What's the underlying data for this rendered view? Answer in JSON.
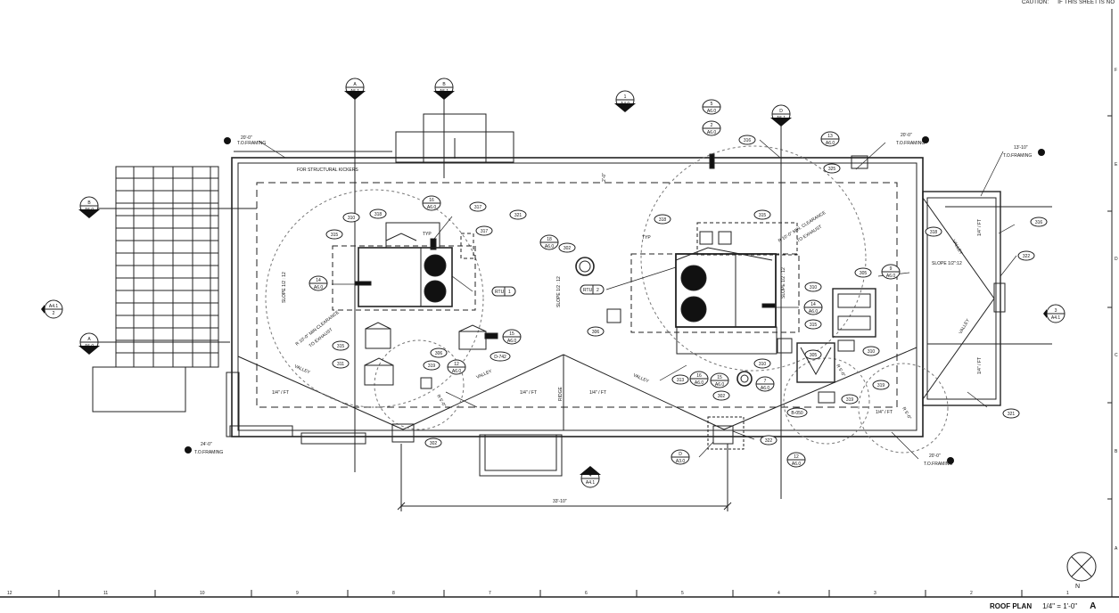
{
  "header": {
    "caution": "CAUTION:",
    "caution_text": "IF THIS SHEET IS NO"
  },
  "title_block": {
    "title": "ROOF PLAN",
    "scale": "1/4\" = 1'-0\"",
    "sheet": "A"
  },
  "grid_columns": [
    "12",
    "11",
    "10",
    "9",
    "8",
    "7",
    "6",
    "5",
    "4",
    "3",
    "2",
    "1"
  ],
  "grid_rows": [
    "F",
    "E",
    "D",
    "C",
    "B",
    "A"
  ],
  "elevations": [
    {
      "line1": "20'-0\"",
      "line2": "T.O.FRAMING"
    },
    {
      "line1": "20'-0\"",
      "line2": "T.O.FRAMING"
    },
    {
      "line1": "13'-10\"",
      "line2": "T.O.FRAMING"
    },
    {
      "line1": "24'-0\"",
      "line2": "T.O.FRAMING"
    },
    {
      "line1": "20'-0\"",
      "line2": "T.O.FRAMING"
    }
  ],
  "section_markers": [
    {
      "top": "A",
      "bottom": "A5.1"
    },
    {
      "top": "B",
      "bottom": "A5.1"
    },
    {
      "top": "1",
      "bottom": "A4.0"
    },
    {
      "top": "D",
      "bottom": "A5.1"
    },
    {
      "top": "B",
      "bottom": "A5.0"
    },
    {
      "top": "A4.1",
      "bottom": "2"
    },
    {
      "top": "A",
      "bottom": "A5.0"
    },
    {
      "top": "3",
      "bottom": "A4.1"
    },
    {
      "top": "4",
      "bottom": "A4.1"
    }
  ],
  "detail_bubbles": [
    {
      "top": "5",
      "bottom": "A6.0"
    },
    {
      "top": "2",
      "bottom": "A6.0"
    },
    {
      "top": "13",
      "bottom": "A6.0"
    },
    {
      "top": "16",
      "bottom": "A6.0"
    },
    {
      "top": "14",
      "bottom": "A6.0"
    },
    {
      "top": "15",
      "bottom": "A6.0"
    },
    {
      "top": "12",
      "bottom": "A6.0"
    },
    {
      "top": "18",
      "bottom": "A6.0"
    },
    {
      "top": "9",
      "bottom": "A6.0"
    },
    {
      "top": "14",
      "bottom": "A6.0"
    },
    {
      "top": "16",
      "bottom": "A6.0"
    },
    {
      "top": "15",
      "bottom": "A6.0"
    },
    {
      "top": "7",
      "bottom": "A6.0"
    },
    {
      "top": "12",
      "bottom": "A6.0"
    },
    {
      "top": "D",
      "bottom": "A3.0"
    }
  ],
  "keynotes": [
    "316",
    "325",
    "317",
    "321",
    "310",
    "318",
    "315",
    "317",
    "318",
    "315",
    "302",
    "305",
    "310",
    "315",
    "306",
    "322",
    "316",
    "318",
    "319",
    "322",
    "311",
    "313",
    "302",
    "310",
    "305",
    "315",
    "319",
    "319",
    "310",
    "321",
    "D-742",
    "B-050",
    "306",
    "302"
  ],
  "equipment": [
    {
      "label": "RTU",
      "num": "1"
    },
    {
      "label": "RTU",
      "num": "2"
    }
  ],
  "notes": {
    "structural_kickers": "FOR STRUCTURAL KICKERS",
    "clearance_left_1": "R 10'-0\" MIN CLEARANCE",
    "clearance_left_2": "TO EXHAUST",
    "clearance_right_1": "R 10'-0\" MIN. CLEARANCE",
    "clearance_right_2": "TO EXHAUST",
    "slope_left": "SLOPE 1/2 : 12",
    "slope_mid": "SLOPE 1/2 : 12",
    "slope_right_v": "SLOPE 1/2 : 12",
    "slope_right": "SLOPE 1/2\":12",
    "valley": "VALLEY",
    "ridge": "RIDGE",
    "per_ft": "1/4\" / FT",
    "typ": "TYP",
    "dim_overall": "33'-10\"",
    "dim_small": "2'-0\"",
    "radius_5": "R 5'-0\""
  },
  "north_arrow": "N"
}
